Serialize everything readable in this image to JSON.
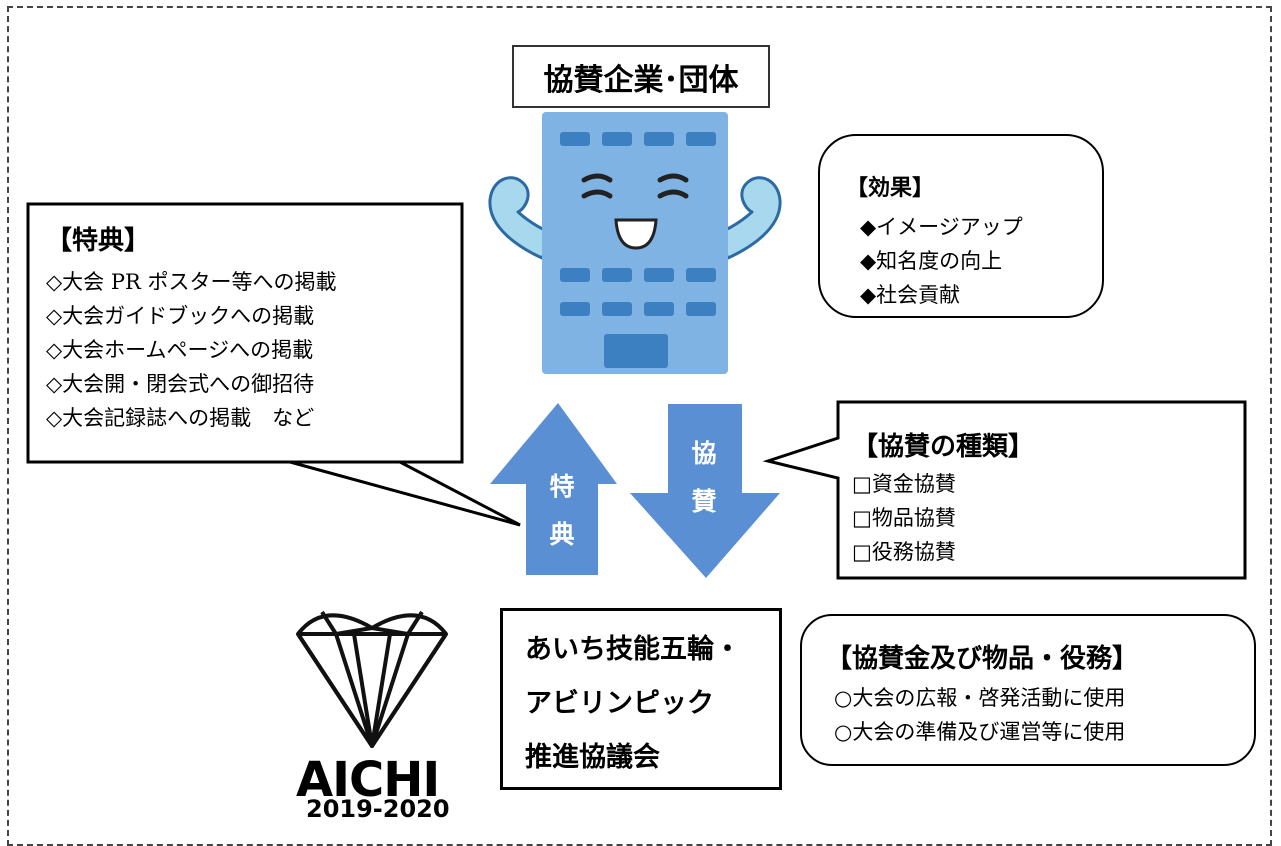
{
  "sponsor": {
    "title": "協賛企業･団体"
  },
  "effects": {
    "heading": "【効果】",
    "items": [
      "◆イメージアップ",
      "◆知名度の向上",
      "◆社会貢献"
    ]
  },
  "benefits": {
    "heading": "【特典】",
    "items": [
      "◇大会 PR ポスター等への掲載",
      "◇大会ガイドブックへの掲載",
      "◇大会ホームページへの掲載",
      "◇大会開・閉会式への御招待",
      "◇大会記録誌への掲載　など"
    ]
  },
  "arrows": {
    "up": [
      "特",
      "典"
    ],
    "down": [
      "協",
      "賛"
    ],
    "color": "#5b8fd4"
  },
  "types": {
    "heading": "【協賛の種類】",
    "items": [
      "□資金協賛",
      "□物品協賛",
      "□役務協賛"
    ]
  },
  "council": {
    "lines": [
      "あいち技能五輪・",
      "アビリンピック",
      "推進協議会"
    ]
  },
  "usage": {
    "heading": "【協賛金及び物品・役務】",
    "items": [
      "○大会の広報・啓発活動に使用",
      "○大会の準備及び運営等に使用"
    ]
  },
  "logo": {
    "name": "AICHI",
    "years": "2019-2020"
  },
  "building_icon": "smiling-building-icon"
}
